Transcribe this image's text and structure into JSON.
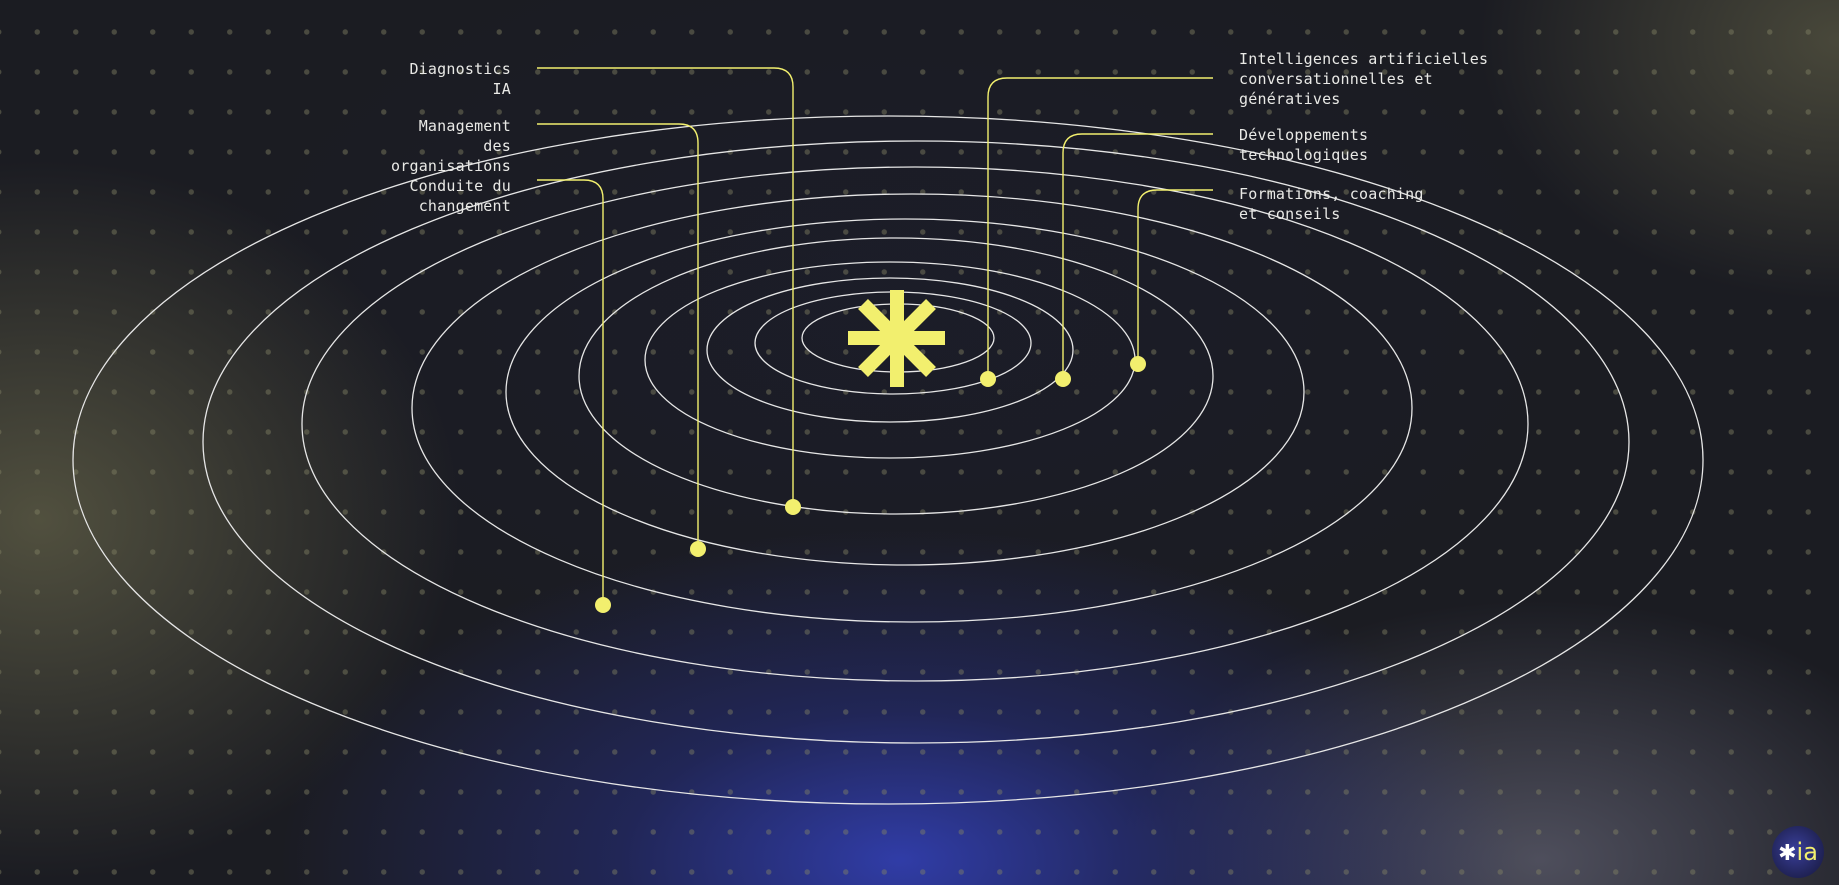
{
  "colors": {
    "accent": "#f2ef6e",
    "orbit": "#e6e6e6",
    "text": "#e9e9e6"
  },
  "center_icon": "asterisk-icon",
  "left_labels": {
    "diagnostics": [
      "Diagnostics",
      "IA"
    ],
    "management": [
      "Management",
      "des",
      "organisations"
    ],
    "conduite": [
      "Conduite du",
      "changement"
    ]
  },
  "right_labels": {
    "intelligences": [
      "Intelligences artificielles",
      "conversationnelles et",
      "génératives"
    ],
    "developpements": [
      "Développements",
      "technologiques"
    ],
    "formations": [
      "Formations, coaching",
      "et conseils"
    ]
  },
  "logo": {
    "star": "✱",
    "text": "ia"
  }
}
